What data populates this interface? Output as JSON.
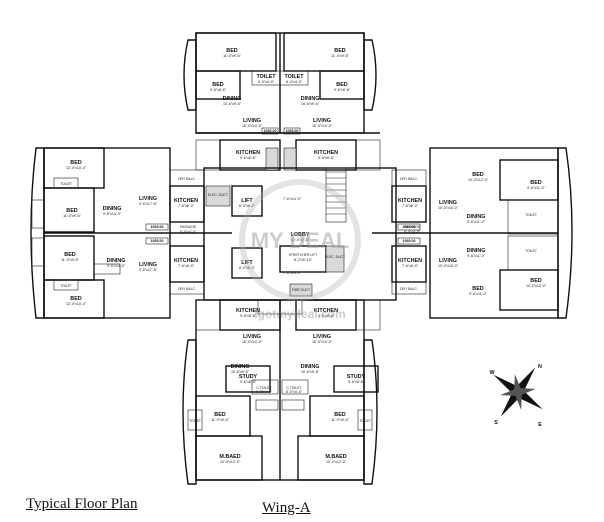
{
  "captions": {
    "left": "Typical Floor Plan",
    "right": "Wing-A"
  },
  "watermark": {
    "text": "igotmydeal.com",
    "brand": "MY DEAL"
  },
  "compass": {
    "n": "N",
    "e": "E",
    "s": "S",
    "w": "W"
  },
  "rooms": [
    {
      "id": "top-left-bed",
      "name": "BED",
      "dim": "11'-0\"x9'-6\""
    },
    {
      "id": "top-left-bed2",
      "name": "BED",
      "dim": "9'-6\"x8'-6\""
    },
    {
      "id": "top-left-toilet",
      "name": "TOILET",
      "dim": "6'-0\"x4'-0\""
    },
    {
      "id": "top-left-dining",
      "name": "DINING",
      "dim": "10'-6\"x9'-6\""
    },
    {
      "id": "top-left-living",
      "name": "LIVING",
      "dim": "16'-0\"x10'-0\""
    },
    {
      "id": "top-left-kitchen",
      "name": "KITCHEN",
      "dim": "9'-6\"x8'-6\""
    },
    {
      "id": "top-right-bed",
      "name": "BED",
      "dim": "11'-0\"x9'-6\""
    },
    {
      "id": "top-right-bed2",
      "name": "BED",
      "dim": "9'-6\"x8'-6\""
    },
    {
      "id": "top-right-toilet",
      "name": "TOILET",
      "dim": "6'-0\"x4'-0\""
    },
    {
      "id": "top-right-dining",
      "name": "DINING",
      "dim": "10'-6\"x9'-6\""
    },
    {
      "id": "top-right-living",
      "name": "LIVING",
      "dim": "16'-0\"x10'-0\""
    },
    {
      "id": "top-right-kitchen",
      "name": "KITCHEN",
      "dim": "9'-6\"x8'-6\""
    },
    {
      "id": "left-top-bed",
      "name": "BED",
      "dim": "12'-0\"x10'-0\""
    },
    {
      "id": "left-top-bed2",
      "name": "BED",
      "dim": "11'-0\"x9'-6\""
    },
    {
      "id": "left-top-dining",
      "name": "DINING",
      "dim": "9'-6\"x14'-0\""
    },
    {
      "id": "left-top-living",
      "name": "LIVING",
      "dim": "9'-6\"x17'-6\""
    },
    {
      "id": "left-top-kitchen",
      "name": "KITCHEN",
      "dim": "7'-6\"x8'-0\""
    },
    {
      "id": "left-bottom-bed",
      "name": "BED",
      "dim": "11'-0\"x9'-6\""
    },
    {
      "id": "left-bottom-bed2",
      "name": "BED",
      "dim": "12'-0\"x10'-0\""
    },
    {
      "id": "left-bottom-dining",
      "name": "DINING",
      "dim": "9'-6\"x14'-0\""
    },
    {
      "id": "left-bottom-living",
      "name": "LIVING",
      "dim": "9'-6\"x17'-6\""
    },
    {
      "id": "left-bottom-kitchen",
      "name": "KITCHEN",
      "dim": "7'-6\"x8'-0\""
    },
    {
      "id": "right-top-bed",
      "name": "BED",
      "dim": "9'-6\"x11'-0\""
    },
    {
      "id": "right-top-bed2",
      "name": "BED",
      "dim": "10'-0\"x12'-0\""
    },
    {
      "id": "right-top-dining",
      "name": "DINING",
      "dim": "9'-6\"x11'-0\""
    },
    {
      "id": "right-top-living",
      "name": "LIVING",
      "dim": "10'-0\"x16'-0\""
    },
    {
      "id": "right-top-kitchen",
      "name": "KITCHEN",
      "dim": "7'-6\"x8'-0\""
    },
    {
      "id": "right-bottom-bed",
      "name": "BED",
      "dim": "9'-6\"x11'-0\""
    },
    {
      "id": "right-bottom-bed2",
      "name": "BED",
      "dim": "10'-0\"x12'-0\""
    },
    {
      "id": "right-bottom-dining",
      "name": "DINING",
      "dim": "9'-6\"x11'-0\""
    },
    {
      "id": "right-bottom-living",
      "name": "LIVING",
      "dim": "10'-0\"x16'-0\""
    },
    {
      "id": "right-bottom-kitchen",
      "name": "KITCHEN",
      "dim": "7'-6\"x8'-0\""
    },
    {
      "id": "bottom-left-kitchen",
      "name": "KITCHEN",
      "dim": "9'-6\"x8'-6\""
    },
    {
      "id": "bottom-left-living",
      "name": "LIVING",
      "dim": "16'-0\"x10'-0\""
    },
    {
      "id": "bottom-left-dining",
      "name": "DINING",
      "dim": "10'-6\"x9'-6\""
    },
    {
      "id": "bottom-left-study",
      "name": "STUDY",
      "dim": "9'-6\"x8'-6\""
    },
    {
      "id": "bottom-left-bed",
      "name": "BED",
      "dim": "11'-0\"x9'-6\""
    },
    {
      "id": "bottom-left-mbed",
      "name": "M.BAED",
      "dim": "10'-0\"x12'-0\""
    },
    {
      "id": "bottom-right-kitchen",
      "name": "KITCHEN",
      "dim": "9'-6\"x8'-6\""
    },
    {
      "id": "bottom-right-living",
      "name": "LIVING",
      "dim": "16'-0\"x10'-0\""
    },
    {
      "id": "bottom-right-dining",
      "name": "DINING",
      "dim": "10'-6\"x9'-6\""
    },
    {
      "id": "bottom-right-study",
      "name": "STUDY",
      "dim": "9'-6\"x8'-6\""
    },
    {
      "id": "bottom-right-bed",
      "name": "BED",
      "dim": "11'-0\"x9'-6\""
    },
    {
      "id": "bottom-right-mbed",
      "name": "M.BAED",
      "dim": "10'-0\"x12'-0\""
    }
  ],
  "core": {
    "lobby": "LOBBY",
    "lobby_dim": "42'-0\"x7'-6\"",
    "lift1": "LIFT",
    "lift1_dim": "6'-0\"x6'-2\"",
    "lift2": "LIFT",
    "lift2_dim": "6'-0\"x6'-2\"",
    "stretcher_lift": "STRETCHER LIFT",
    "stretcher_dim": "8'-2\"x6'-10\"",
    "elec_duct": "ELEC. DUCT",
    "elec_duct2": "ELEC. DUCT",
    "fire_duct": "FIRE DUCT",
    "passage": "PASSAGE",
    "passage_dim": "8'-0\"x4'-0\"",
    "stair_width": "7'-6\"x14'-0\"",
    "stair_width2": "7'-6\"x14'-0\""
  },
  "misc_labels": {
    "ctoilet": "C.TOILET",
    "ctoilet_dim": "6'-0\"x4'-0\"",
    "toilet": "TOILET",
    "dry_balc": "DRY BALC.",
    "dim_tags": [
      "1065.00",
      "1065.00",
      "1065.00",
      "1065.00",
      "1065.00",
      "1065.00"
    ]
  }
}
